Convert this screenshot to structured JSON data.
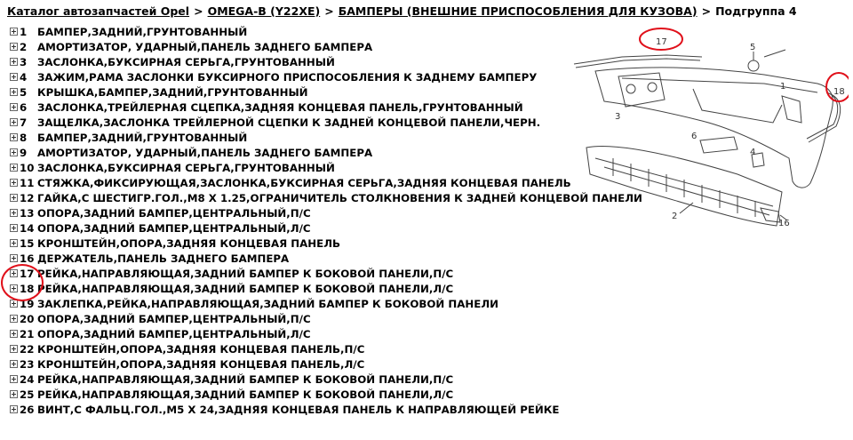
{
  "breadcrumb": {
    "catalog": "Каталог автозапчастей Opel",
    "model": "OMEGA-B (Y22XE)",
    "group": "БАМПЕРЫ (ВНЕШНИЕ ПРИСПОСОБЛЕНИЯ ДЛЯ КУЗОВА)",
    "subgroup": "Подгруппа 4",
    "separator": ">"
  },
  "parts": [
    {
      "num": "1",
      "name": "БАМПЕР,ЗАДНИЙ,ГРУНТОВАННЫЙ"
    },
    {
      "num": "2",
      "name": "АМОРТИЗАТОР, УДАРНЫЙ,ПАНЕЛЬ ЗАДНЕГО БАМПЕРА"
    },
    {
      "num": "3",
      "name": "ЗАСЛОНКА,БУКСИРНАЯ СЕРЬГА,ГРУНТОВАННЫЙ"
    },
    {
      "num": "4",
      "name": "ЗАЖИМ,РАМА ЗАСЛОНКИ БУКСИРНОГО ПРИСПОСОБЛЕНИЯ К ЗАДНЕМУ БАМПЕРУ"
    },
    {
      "num": "5",
      "name": "КРЫШКА,БАМПЕР,ЗАДНИЙ,ГРУНТОВАННЫЙ"
    },
    {
      "num": "6",
      "name": "ЗАСЛОНКА,ТРЕЙЛЕРНАЯ СЦЕПКА,ЗАДНЯЯ КОНЦЕВАЯ ПАНЕЛЬ,ГРУНТОВАННЫЙ"
    },
    {
      "num": "7",
      "name": "ЗАЩЕЛКА,ЗАСЛОНКА ТРЕЙЛЕРНОЙ СЦЕПКИ К ЗАДНЕЙ КОНЦЕВОЙ ПАНЕЛИ,ЧЕРН."
    },
    {
      "num": "8",
      "name": "БАМПЕР,ЗАДНИЙ,ГРУНТОВАННЫЙ"
    },
    {
      "num": "9",
      "name": "АМОРТИЗАТОР, УДАРНЫЙ,ПАНЕЛЬ ЗАДНЕГО БАМПЕРА"
    },
    {
      "num": "10",
      "name": "ЗАСЛОНКА,БУКСИРНАЯ СЕРЬГА,ГРУНТОВАННЫЙ"
    },
    {
      "num": "11",
      "name": "СТЯЖКА,ФИКСИРУЮЩАЯ,ЗАСЛОНКА,БУКСИРНАЯ СЕРЬГА,ЗАДНЯЯ КОНЦЕВАЯ ПАНЕЛЬ"
    },
    {
      "num": "12",
      "name": "ГАЙКА,С ШЕСТИГР.ГОЛ.,M8 X 1.25,ОГРАНИЧИТЕЛЬ СТОЛКНОВЕНИЯ К ЗАДНЕЙ КОНЦЕВОЙ ПАНЕЛИ"
    },
    {
      "num": "13",
      "name": "ОПОРА,ЗАДНИЙ БАМПЕР,ЦЕНТРАЛЬНЫЙ,П/С"
    },
    {
      "num": "14",
      "name": "ОПОРА,ЗАДНИЙ БАМПЕР,ЦЕНТРАЛЬНЫЙ,Л/С"
    },
    {
      "num": "15",
      "name": "КРОНШТЕЙН,ОПОРА,ЗАДНЯЯ КОНЦЕВАЯ ПАНЕЛЬ"
    },
    {
      "num": "16",
      "name": "ДЕРЖАТЕЛЬ,ПАНЕЛЬ ЗАДНЕГО БАМПЕРА"
    },
    {
      "num": "17",
      "name": "РЕЙКА,НАПРАВЛЯЮЩАЯ,ЗАДНИЙ БАМПЕР К БОКОВОЙ ПАНЕЛИ,П/С"
    },
    {
      "num": "18",
      "name": "РЕЙКА,НАПРАВЛЯЮЩАЯ,ЗАДНИЙ БАМПЕР К БОКОВОЙ ПАНЕЛИ,Л/С"
    },
    {
      "num": "19",
      "name": "ЗАКЛЕПКА,РЕЙКА,НАПРАВЛЯЮЩАЯ,ЗАДНИЙ БАМПЕР К БОКОВОЙ ПАНЕЛИ"
    },
    {
      "num": "20",
      "name": "ОПОРА,ЗАДНИЙ БАМПЕР,ЦЕНТРАЛЬНЫЙ,П/С"
    },
    {
      "num": "21",
      "name": "ОПОРА,ЗАДНИЙ БАМПЕР,ЦЕНТРАЛЬНЫЙ,Л/С"
    },
    {
      "num": "22",
      "name": "КРОНШТЕЙН,ОПОРА,ЗАДНЯЯ КОНЦЕВАЯ ПАНЕЛЬ,П/С"
    },
    {
      "num": "23",
      "name": "КРОНШТЕЙН,ОПОРА,ЗАДНЯЯ КОНЦЕВАЯ ПАНЕЛЬ,Л/С"
    },
    {
      "num": "24",
      "name": "РЕЙКА,НАПРАВЛЯЮЩАЯ,ЗАДНИЙ БАМПЕР К БОКОВОЙ ПАНЕЛИ,П/С"
    },
    {
      "num": "25",
      "name": "РЕЙКА,НАПРАВЛЯЮЩАЯ,ЗАДНИЙ БАМПЕР К БОКОВОЙ ПАНЕЛИ,Л/С"
    },
    {
      "num": "26",
      "name": "ВИНТ,С ФАЛЬЦ.ГОЛ.,M5 X 24,ЗАДНЯЯ КОНЦЕВАЯ ПАНЕЛЬ К НАПРАВЛЯЮЩЕЙ РЕЙКЕ"
    }
  ],
  "diagram": {
    "callouts": [
      "17",
      "18",
      "1",
      "3",
      "4",
      "5",
      "6",
      "2",
      "16"
    ]
  },
  "colors": {
    "annotation_red": "#e0101a",
    "line_art": "#444444"
  },
  "icons": {
    "expand": "plus-box-icon"
  }
}
